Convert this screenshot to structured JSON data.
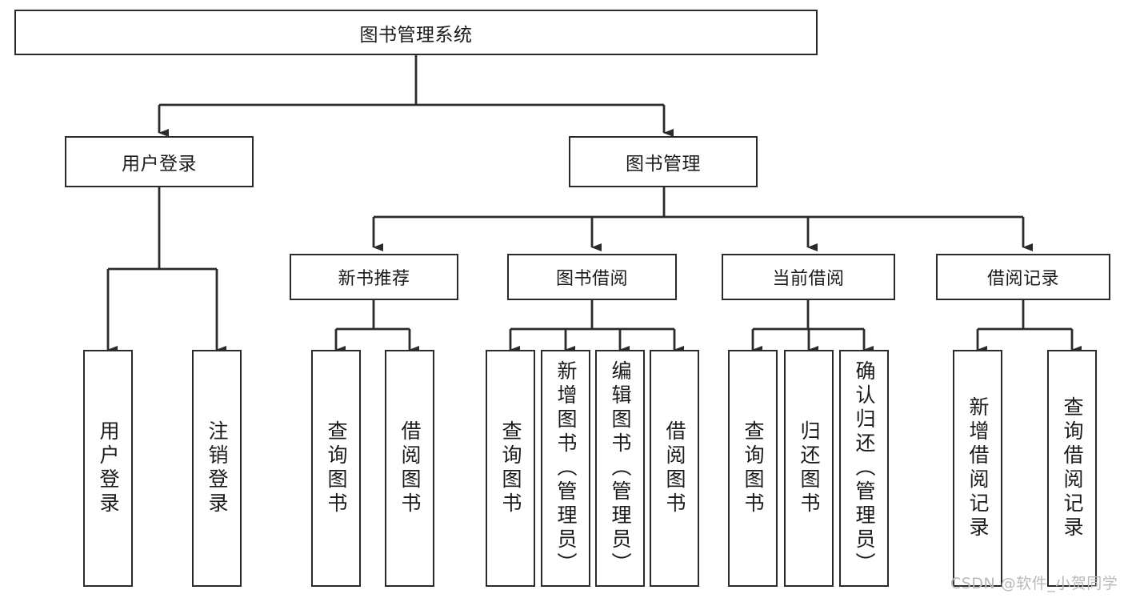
{
  "diagram": {
    "type": "tree-hierarchy-flowchart",
    "title_node": {
      "id": "root",
      "label": "图书管理系统"
    },
    "level2": [
      {
        "id": "user-login",
        "label": "用户登录"
      },
      {
        "id": "book-management",
        "label": "图书管理"
      }
    ],
    "level3": [
      {
        "id": "new-book-recommend",
        "label": "新书推荐"
      },
      {
        "id": "book-borrow",
        "label": "图书借阅"
      },
      {
        "id": "current-borrow",
        "label": "当前借阅"
      },
      {
        "id": "borrow-record",
        "label": "借阅记录"
      }
    ],
    "leaves": [
      {
        "id": "leaf-user-login",
        "label": "用户登录",
        "parent": "user-login"
      },
      {
        "id": "leaf-logout",
        "label": "注销登录",
        "parent": "user-login"
      },
      {
        "id": "leaf-query-book-1",
        "label": "查询图书",
        "parent": "new-book-recommend"
      },
      {
        "id": "leaf-borrow-book-1",
        "label": "借阅图书",
        "parent": "new-book-recommend"
      },
      {
        "id": "leaf-query-book-2",
        "label": "查询图书",
        "parent": "book-borrow"
      },
      {
        "id": "leaf-add-book",
        "label": "新增图书（管理员）",
        "parent": "book-borrow"
      },
      {
        "id": "leaf-edit-book",
        "label": "编辑图书（管理员）",
        "parent": "book-borrow"
      },
      {
        "id": "leaf-borrow-book-2",
        "label": "借阅图书",
        "parent": "book-borrow"
      },
      {
        "id": "leaf-query-book-3",
        "label": "查询图书",
        "parent": "current-borrow"
      },
      {
        "id": "leaf-return-book",
        "label": "归还图书",
        "parent": "current-borrow"
      },
      {
        "id": "leaf-confirm-return",
        "label": "确认归还（管理员）",
        "parent": "current-borrow"
      },
      {
        "id": "leaf-add-record",
        "label": "新增借阅记录",
        "parent": "borrow-record"
      },
      {
        "id": "leaf-query-record",
        "label": "查询借阅记录",
        "parent": "borrow-record"
      }
    ],
    "colors": {
      "stroke": "#2b2b2b",
      "fill": "#ffffff",
      "text": "#1a1a1a",
      "watermark": "#b9b9b9"
    }
  },
  "watermark": {
    "text": "CSDN @软件_小贺同学"
  }
}
